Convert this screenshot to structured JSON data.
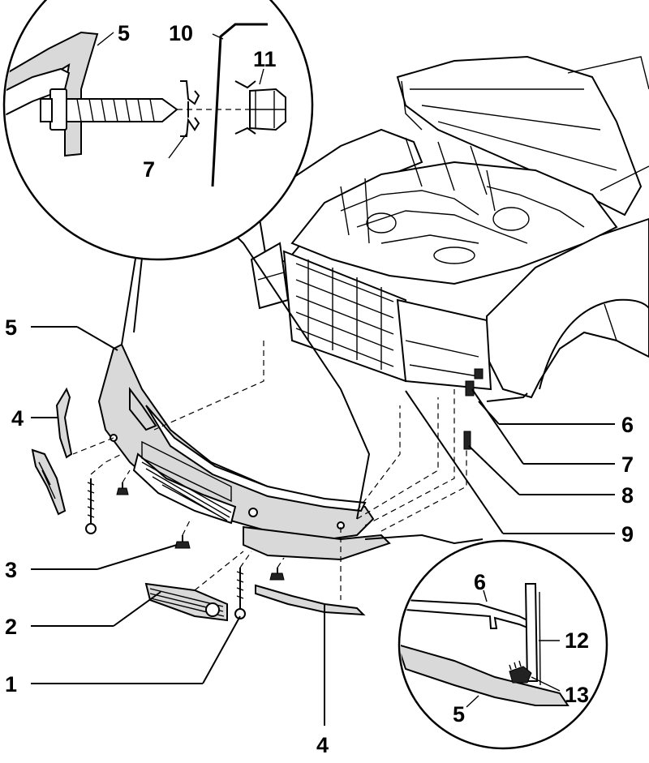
{
  "callouts": {
    "c1": "1",
    "c2": "2",
    "c3": "3",
    "c4_left": "4",
    "c4_bottom": "4",
    "c5_left": "5",
    "c5_inset_top": "5",
    "c5_inset_bottom": "5",
    "c6_right": "6",
    "c6_inset": "6",
    "c7_right": "7",
    "c7_inset": "7",
    "c8": "8",
    "c9": "9",
    "c10": "10",
    "c11": "11",
    "c12": "12",
    "c13": "13"
  },
  "colors": {
    "ink": "#000000",
    "part_fill": "#d9d9d9",
    "background": "#ffffff"
  }
}
